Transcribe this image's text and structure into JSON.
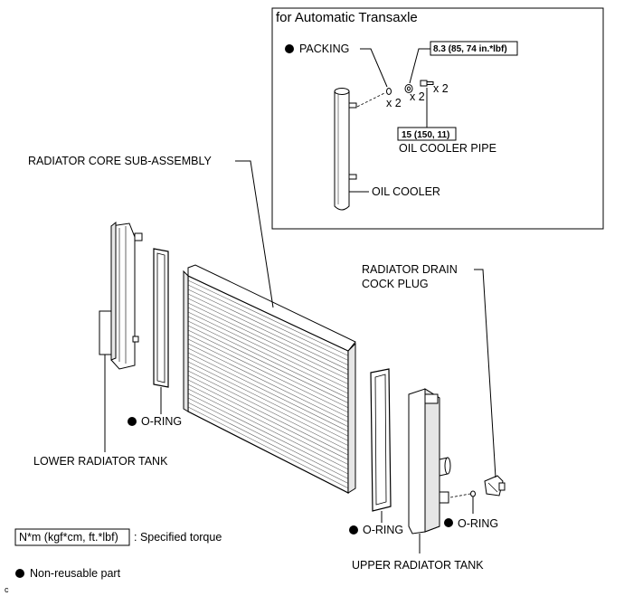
{
  "inset": {
    "title": "for Automatic Transaxle",
    "packing_label": "PACKING",
    "qty_packing": "x 2",
    "qty_washer": "x 2",
    "qty_bolt": "x 2",
    "torque_small": "8.3 (85, 74 in.*lbf)",
    "torque_large": "15 (150, 11)",
    "oil_cooler_pipe_label": "OIL COOLER PIPE",
    "oil_cooler_label": "OIL COOLER"
  },
  "labels": {
    "radiator_core": "RADIATOR CORE SUB-ASSEMBLY",
    "drain_cock_line1": "RADIATOR DRAIN",
    "drain_cock_line2": "COCK PLUG",
    "oring_left": "O-RING",
    "lower_tank": "LOWER RADIATOR TANK",
    "oring_center": "O-RING",
    "oring_right": "O-RING",
    "upper_tank": "UPPER RADIATOR TANK"
  },
  "legend": {
    "torque_box": "N*m (kgf*cm, ft.*lbf)",
    "torque_desc": ": Specified torque",
    "nonreusable": "Non-reusable part"
  },
  "corner_mark": "c",
  "colors": {
    "line": "#000000",
    "background": "#ffffff"
  }
}
